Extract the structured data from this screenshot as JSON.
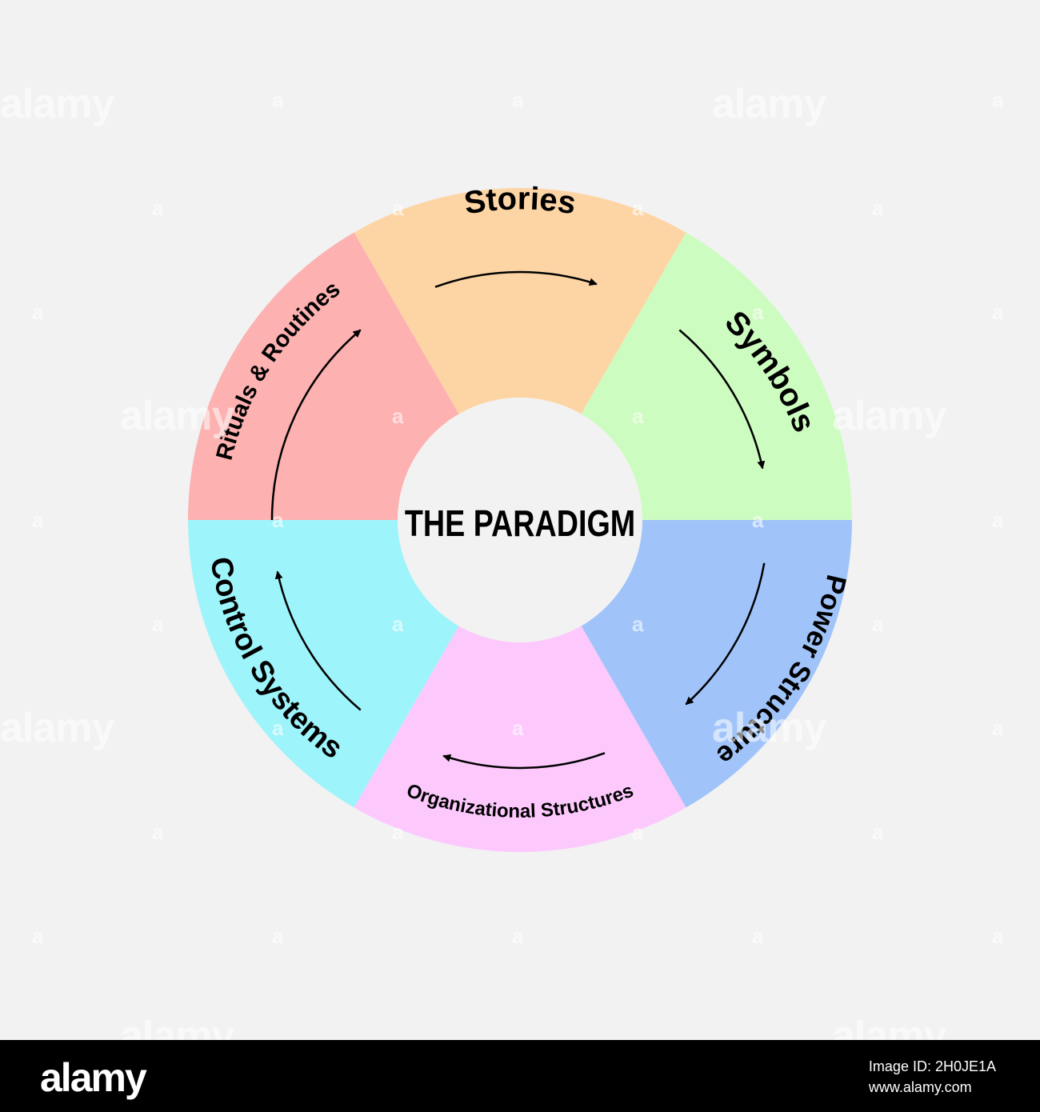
{
  "center": {
    "label": "THE PARADIGM"
  },
  "segments": [
    {
      "id": "stories",
      "label": "Stories",
      "color": "#fdd5a5"
    },
    {
      "id": "symbols",
      "label": "Symbols",
      "color": "#cdfcc0"
    },
    {
      "id": "power",
      "label": "Power Structure",
      "color": "#a0c4fa"
    },
    {
      "id": "org",
      "label": "Organizational Structures",
      "color": "#fdc9fd"
    },
    {
      "id": "control",
      "label": "Control Systems",
      "color": "#9ef4fb"
    },
    {
      "id": "rituals",
      "label": "Rituals & Routines",
      "color": "#fdb1b1"
    }
  ],
  "watermark": {
    "brand": "alamy",
    "mark": "a"
  },
  "footer": {
    "logo": "alamy",
    "image_id": "Image ID: 2H0JE1A",
    "site": "www.alamy.com"
  }
}
